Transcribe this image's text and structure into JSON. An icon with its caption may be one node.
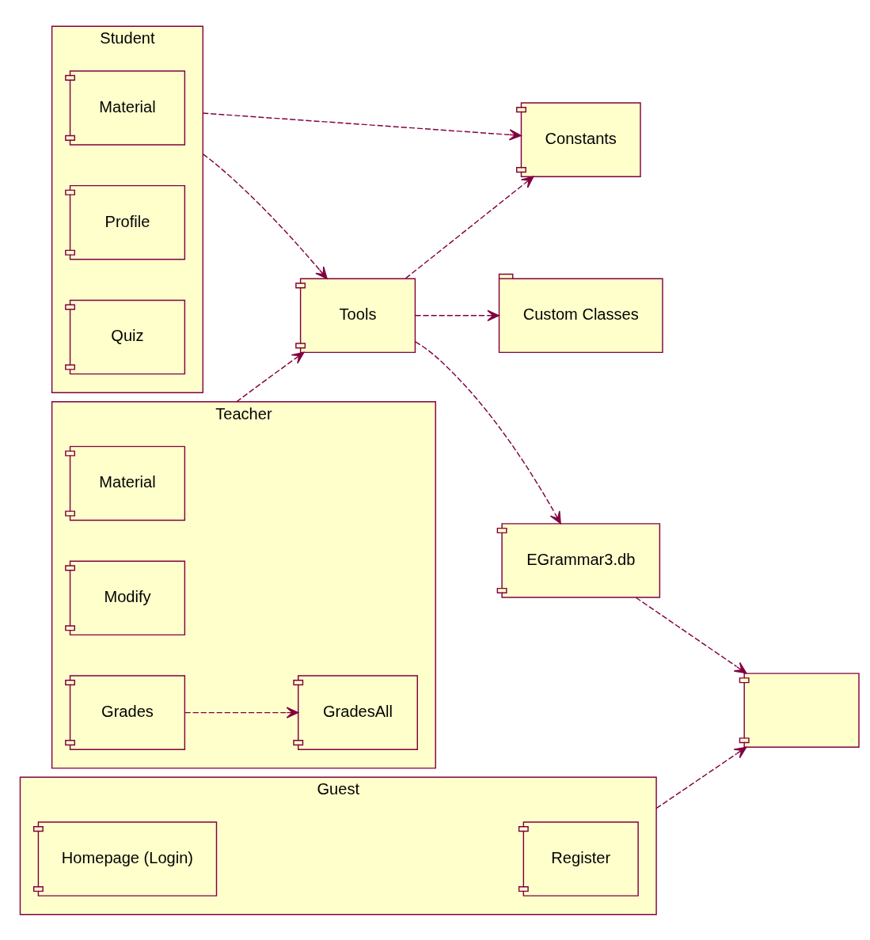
{
  "diagram": {
    "nodes": [
      {
        "text": [
          "Student"
        ]
      },
      {
        "text": [
          "Material"
        ],
        "in": 0
      },
      {
        "text": [
          "Profile"
        ],
        "in": 0
      },
      {
        "text": [
          "Quiz"
        ],
        "in": 0
      },
      {
        "text": [
          "Teacher"
        ]
      },
      {
        "text": [
          "Material"
        ],
        "in": 4
      },
      {
        "text": [
          "Modify"
        ],
        "in": 4
      },
      {
        "text": [
          "GradesAll"
        ],
        "in": 4
      },
      {
        "text": [
          "Grades"
        ],
        "in": 4
      },
      {
        "text": [
          "Guest"
        ]
      },
      {
        "text": [
          "Register"
        ],
        "in": 9
      },
      {
        "text": [
          "Homepage (Login)"
        ],
        "in": 9
      },
      {
        "text": [
          "Constants"
        ]
      },
      {
        "text": [
          "Tools"
        ]
      },
      {
        "text": [
          "Custom Classes"
        ]
      },
      {
        "text": [
          "EGrammar3.db"
        ]
      },
      {
        "text": [],
        "shape": "box"
      }
    ],
    "edges": [
      {
        "from": 0,
        "to": 12,
        "arrow": "to",
        "style": "dashed"
      },
      {
        "from": 0,
        "to": 13,
        "arrow": "to",
        "style": "dashed"
      },
      {
        "from": 13,
        "to": 12,
        "arrow": "to",
        "style": "dashed"
      },
      {
        "from": 4,
        "to": 13,
        "arrow": "to",
        "style": "dashed"
      },
      {
        "from": 13,
        "to": 14,
        "arrow": "to",
        "style": "dashed"
      },
      {
        "from": 8,
        "to": 7,
        "arrow": "to",
        "style": "dashed"
      },
      {
        "from": 13,
        "to": 15,
        "arrow": "to",
        "style": "dashed"
      },
      {
        "from": 15,
        "to": 16,
        "arrow": "to",
        "style": "dashed"
      },
      {
        "from": 9,
        "to": 16,
        "arrow": "to",
        "style": "dashed"
      }
    ]
  }
}
